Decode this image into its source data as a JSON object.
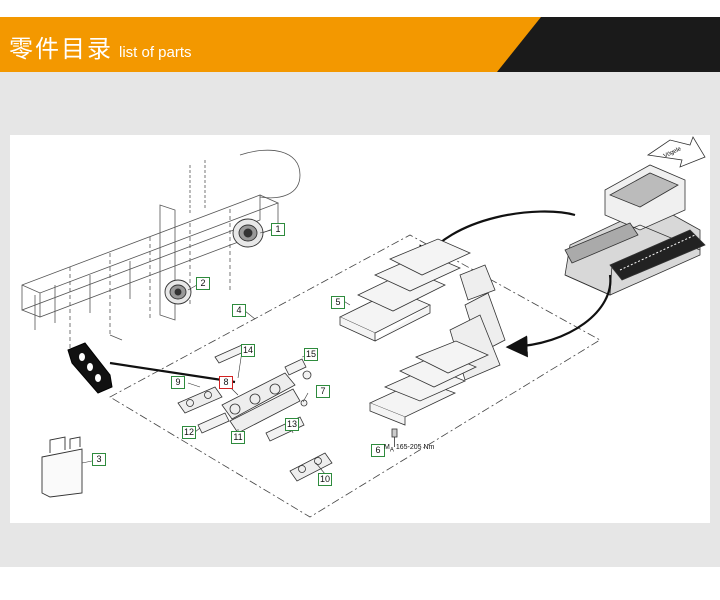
{
  "header": {
    "title_cn": "零件目录",
    "title_en": "list of parts",
    "accent_color": "#f39800",
    "dark_color": "#1a1a1a"
  },
  "diagram": {
    "brand_sticker": "Vögele",
    "torque_prefix": "M",
    "torque_subscript": "A",
    "torque_value": "165-205 Nm",
    "labels": {
      "p1": "1",
      "p2": "2",
      "p3": "3",
      "p4": "4",
      "p5": "5",
      "p6": "6",
      "p7": "7",
      "p8": "8",
      "p9": "9",
      "p10": "10",
      "p11": "11",
      "p12": "12",
      "p13": "13",
      "p14": "14",
      "p15": "15"
    },
    "highlight_color": "#d32020",
    "label_border_color": "#2e8b3d"
  }
}
